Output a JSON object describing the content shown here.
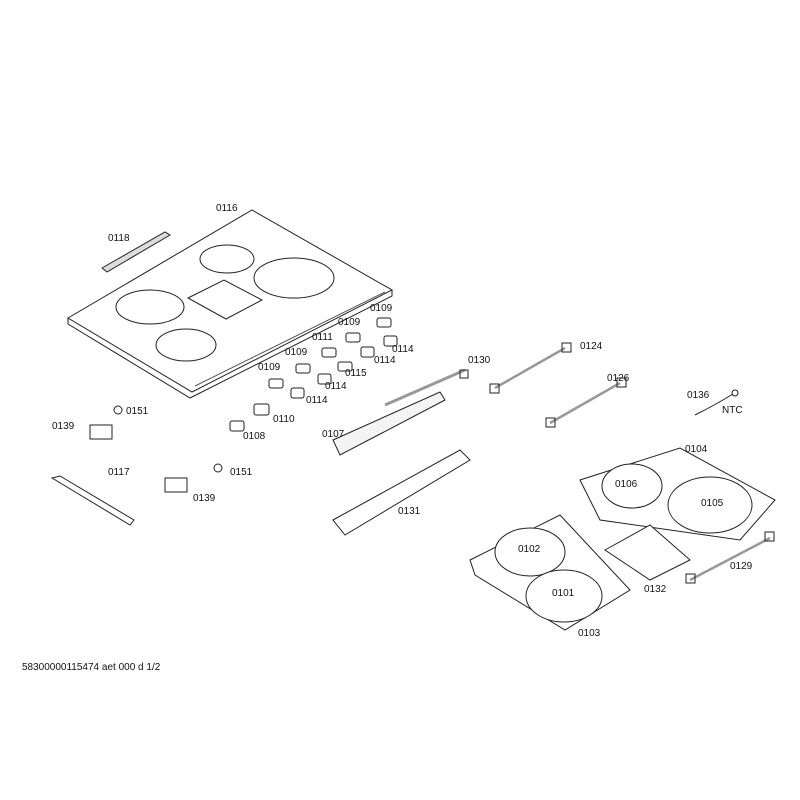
{
  "diagram": {
    "callouts": [
      "0116",
      "0118",
      "0109",
      "0109",
      "0111",
      "0114",
      "0109",
      "0114",
      "0109",
      "0115",
      "0114",
      "0114",
      "0110",
      "0108",
      "0130",
      "0124",
      "0126",
      "0136",
      "NTC",
      "0107",
      "0151",
      "0139",
      "0117",
      "0151",
      "0139",
      "0131",
      "0104",
      "0106",
      "0105",
      "0102",
      "0132",
      "0129",
      "0101",
      "0103"
    ]
  },
  "footer": {
    "doc_id": "58300000115474 aet 000 d 1/2"
  }
}
